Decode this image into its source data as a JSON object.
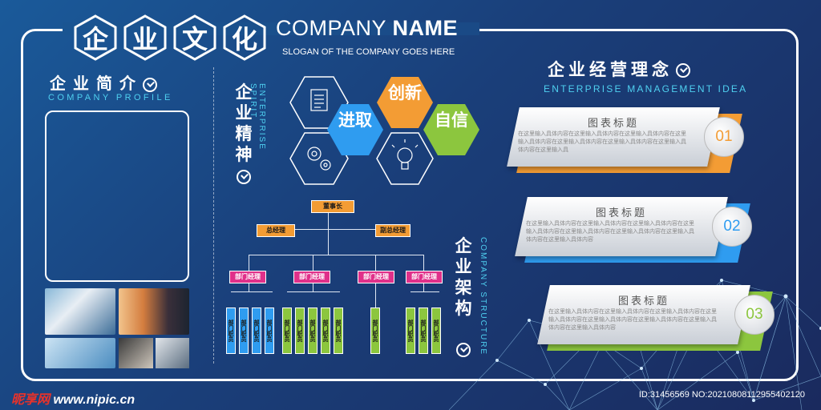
{
  "header": {
    "title_chars": [
      "企",
      "业",
      "文",
      "化"
    ],
    "company_name_light": "COMPANY",
    "company_name_bold": "NAME",
    "slogan": "SLOGAN OF THE COMPANY GOES HERE"
  },
  "intro": {
    "title": "企业简介",
    "subtitle": "COMPANY PROFILE"
  },
  "spirit": {
    "title": "企业精神",
    "subtitle": "ENTERPRISE SPIRIT",
    "values": [
      "进取",
      "创新",
      "自信"
    ],
    "icons": [
      "document-icon",
      "gears-icon",
      "lightbulb-icon"
    ]
  },
  "structure": {
    "title": "企业架构",
    "subtitle": "COMPANY STRUCTURE",
    "chairman": "董事长",
    "general_manager": "总经理",
    "deputy_manager": "副总经理",
    "department_manager": "部门经理",
    "staff": "部门职员"
  },
  "management": {
    "title": "企业经营理念",
    "subtitle": "ENTERPRISE MANAGEMENT IDEA",
    "cards": [
      {
        "title": "图表标题",
        "text": "在这里输入具体内容在这里输入具体内容在这里输入具体内容在这里输入具体内容在这里输入具体内容在这里输入具体内容在这里输入具体内容在这里输入具",
        "number": "01",
        "accent": "#f39c34"
      },
      {
        "title": "图表标题",
        "text": "在这里输入具体内容在这里输入具体内容在这里输入具体内容在这里输入具体内容在这里输入具体内容在这里输入具体内容在这里输入具体内容在这里输入具体内容",
        "number": "02",
        "accent": "#2f9cf0"
      },
      {
        "title": "图表标题",
        "text": "在这里输入具体内容在这里输入具体内容在这里输入具体内容在这里输入具体内容在这里输入具体内容在这里输入具体内容在这里输入具体内容在这里输入具体内容",
        "number": "03",
        "accent": "#8cc63e"
      }
    ]
  },
  "footer": {
    "watermark_logo": "昵享网",
    "watermark_url": "www.nipic.cn",
    "image_id": "ID:31456569 NO:20210808112955402120"
  },
  "colors": {
    "orange": "#f39c34",
    "blue": "#2f9cf0",
    "green": "#8cc63e",
    "pink": "#e0308a",
    "cyan_text": "#4fd0f0"
  }
}
